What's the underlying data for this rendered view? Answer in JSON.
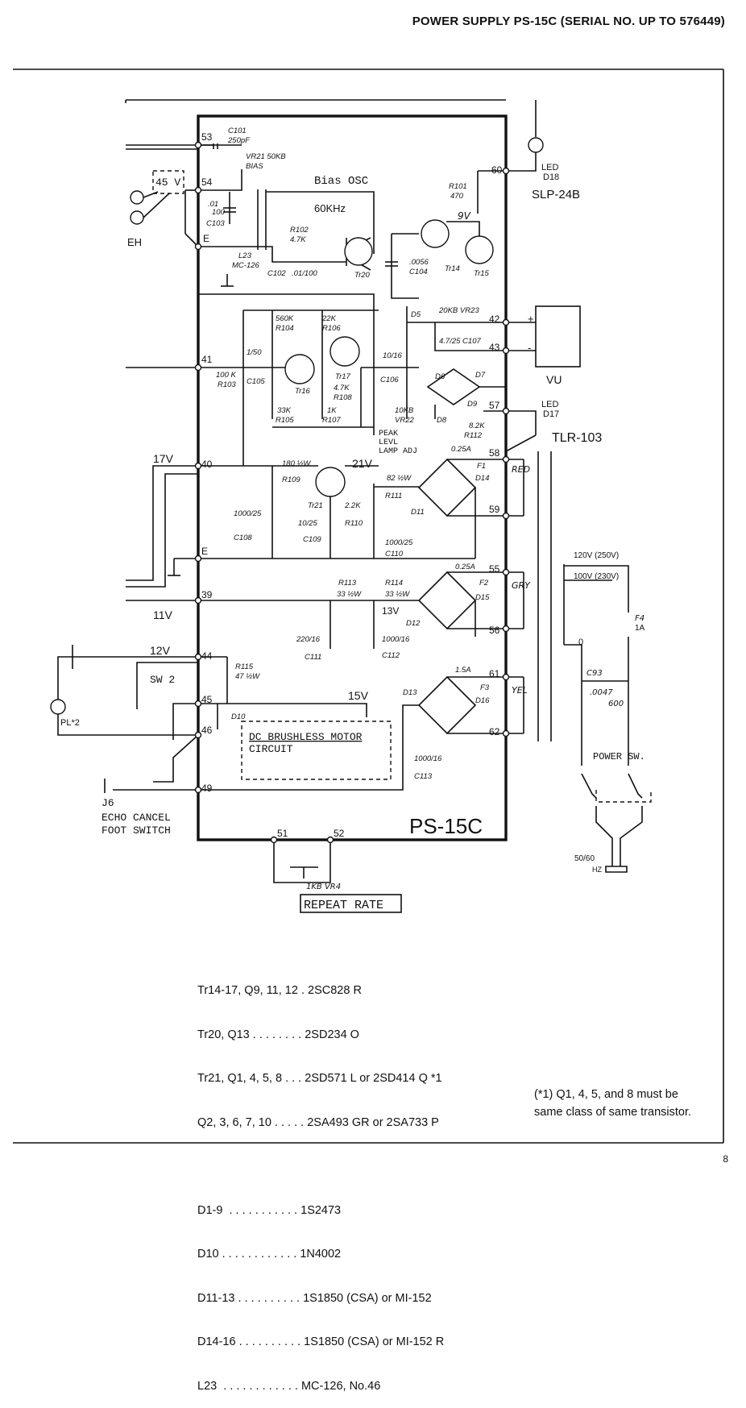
{
  "header": {
    "title": "POWER SUPPLY PS-15C (SERIAL NO. UP TO 576449)"
  },
  "board": {
    "name": "PS-15C"
  },
  "terminals": [
    "53",
    "54",
    "E",
    "41",
    "40",
    "E",
    "39",
    "44",
    "45",
    "46",
    "49",
    "51",
    "52",
    "60",
    "42",
    "43",
    "57",
    "58",
    "59",
    "55",
    "56",
    "61",
    "62"
  ],
  "rails": {
    "v17": "17V",
    "v11": "11V",
    "v12": "12V",
    "v21": "21V",
    "v15": "15V",
    "v9": "9V",
    "v13": "13V",
    "v45": "45 V"
  },
  "labels": {
    "bias_osc": "Bias OSC",
    "freq": "60KHz",
    "eh": "EH",
    "led_d18": "LED",
    "d18": "D18",
    "slp": "SLP-24B",
    "led_d17": "LED",
    "d17": "D17",
    "tlr": "TLR-103",
    "vu": "VU",
    "peak": "PEAK",
    "levl": "LEVL",
    "lamp_adj": "LAMP ADJ",
    "red": "RED",
    "gry": "GRY",
    "yel": "YEL",
    "sw2": "SW 2",
    "pl2": "PL*2",
    "j6": "J6",
    "echo1": "ECHO CANCEL",
    "echo2": "FOOT SWITCH",
    "motor1": "DC BRUSHLESS MOTOR",
    "motor2": "CIRCUIT",
    "repeat_rate": "REPEAT RATE",
    "vr4": "1KB  VR4",
    "power_sw": "POWER SW.",
    "mains": "50/60",
    "hz": "HZ",
    "v120": "120V (250V)",
    "v100": "100V (230V)",
    "zero": "0",
    "f4": "F4",
    "f4a": "1A",
    "c93": "C93",
    "c93v": ".0047",
    "c93r": "600",
    "plus": "+",
    "minus": "-"
  },
  "components": {
    "c101": "C101",
    "c101v": "250pF",
    "vr21": "VR21 50KB",
    "bias": "BIAS",
    "c103v": ".01",
    "c103r": "100",
    "c103": "C103",
    "l23": "L23",
    "mc126": "MC-126",
    "r102": "R102",
    "r102v": "4.7K",
    "c102": "C102",
    "c102v": ".01/100",
    "tr20": "Tr20",
    "r101": "R101",
    "r101v": "470",
    "c104v": ".0056",
    "c104": "C104",
    "tr14": "Tr14",
    "tr15": "Tr15",
    "d5": "D5",
    "vr23": "20KB VR23",
    "c107": "4.7/25 C107",
    "r104v": "560K",
    "r104": "R104",
    "r106v": "22K",
    "r106": "R106",
    "c105v": "1/50",
    "c105": "C105",
    "r103v": "100 K",
    "r103": "R103",
    "tr16": "Tr16",
    "tr17": "Tr17",
    "r108v": "4.7K",
    "r108": "R108",
    "r105v": "33K",
    "r105": "R105",
    "r107v": "1K",
    "r107": "R107",
    "c106v": "10/16",
    "c106": "C106",
    "vr22v": "10KB",
    "vr22": "VR22",
    "d6": "D6",
    "d7": "D7",
    "d8": "D8",
    "d9": "D9",
    "r112v": "8.2K",
    "r112": "R112",
    "r109v": "180 ½W",
    "r109": "R109",
    "tr21": "Tr21",
    "r110v": "2.2K",
    "r110": "R110",
    "r111v": "82 ½W",
    "r111": "R111",
    "f1v": "0.25A",
    "f1": "F1",
    "d14": "D14",
    "d11": "D11",
    "c108v": "1000/25",
    "c108": "C108",
    "c109v": "10/25",
    "c109": "C109",
    "c110v": "1000/25",
    "c110": "C110",
    "r113": "R113",
    "r113v": "33 ½W",
    "r114": "R114",
    "r114v": "33 ½W",
    "f2v": "0.25A",
    "f2": "F2",
    "d15": "D15",
    "d12": "D12",
    "c111v": "220/16",
    "c111": "C111",
    "c112v": "1000/16",
    "c112": "C112",
    "r115": "R115",
    "r115v": "47 ½W",
    "d10": "D10",
    "f3v": "1.5A",
    "f3": "F3",
    "d13": "D13",
    "d16": "D16",
    "c113v": "1000/16",
    "c113": "C113"
  },
  "parts_list": [
    {
      "ref": "Tr14-17, Q9, 11, 12 . ",
      "part": "2SC828 R"
    },
    {
      "ref": "Tr20, Q13 . . . . . . . . ",
      "part": "2SD234 O"
    },
    {
      "ref": "Tr21, Q1, 4, 5, 8 . . . ",
      "part": "2SD571 L or 2SD414 Q *1"
    },
    {
      "ref": "Q2, 3, 6, 7, 10 . . . . . ",
      "part": "2SA493 GR or 2SA733 P"
    },
    {
      "ref": "",
      "part": ""
    },
    {
      "ref": "D1-9  . . . . . . . . . . . ",
      "part": "1S2473"
    },
    {
      "ref": "D10 . . . . . . . . . . . . ",
      "part": "1N4002"
    },
    {
      "ref": "D11-13 . . . . . . . . . . ",
      "part": "1S1850 (CSA) or MI-152"
    },
    {
      "ref": "D14-16 . . . . . . . . . . ",
      "part": "1S1850 (CSA) or MI-152 R"
    },
    {
      "ref": "L23  . . . . . . . . . . . . ",
      "part": "MC-126, No.46"
    }
  ],
  "footnote": {
    "line1": "(*1) Q1, 4, 5, and 8 must be",
    "line2": "same class of same transistor."
  },
  "page_number": "8"
}
